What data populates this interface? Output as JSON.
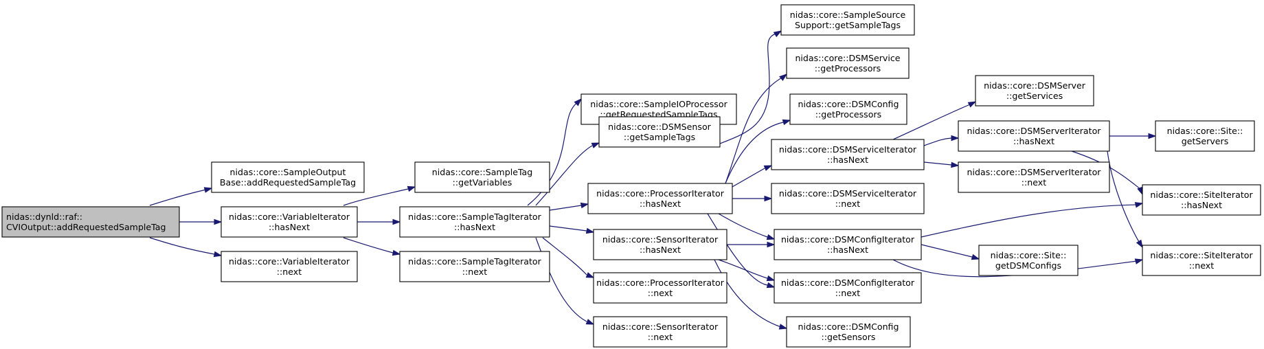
{
  "diagram": {
    "type": "call-graph",
    "edge_color": "#191970",
    "root_fill": "#bfbfbf",
    "nodes": [
      {
        "id": "root",
        "lines": [
          "nidas::dynld::raf::",
          "CVIOutput::addRequestedSampleTag"
        ],
        "root": true
      },
      {
        "id": "sob_addreq",
        "lines": [
          "nidas::core::SampleOutput",
          "Base::addRequestedSampleTag"
        ]
      },
      {
        "id": "vi_hasnext",
        "lines": [
          "nidas::core::VariableIterator",
          "::hasNext"
        ]
      },
      {
        "id": "vi_next",
        "lines": [
          "nidas::core::VariableIterator",
          "::next"
        ]
      },
      {
        "id": "st_getvars",
        "lines": [
          "nidas::core::SampleTag",
          "::getVariables"
        ]
      },
      {
        "id": "sti_hasnext",
        "lines": [
          "nidas::core::SampleTagIterator",
          "::hasNext"
        ]
      },
      {
        "id": "sti_next",
        "lines": [
          "nidas::core::SampleTagIterator",
          "::next"
        ]
      },
      {
        "id": "siop_getreq",
        "lines": [
          "nidas::core::SampleIOProcessor",
          "::getRequestedSampleTags"
        ]
      },
      {
        "id": "dsmsensor_gst",
        "lines": [
          "nidas::core::DSMSensor",
          "::getSampleTags"
        ]
      },
      {
        "id": "pi_hasnext",
        "lines": [
          "nidas::core::ProcessorIterator",
          "::hasNext"
        ]
      },
      {
        "id": "si_hasnext",
        "lines": [
          "nidas::core::SensorIterator",
          "::hasNext"
        ]
      },
      {
        "id": "pi_next",
        "lines": [
          "nidas::core::ProcessorIterator",
          "::next"
        ]
      },
      {
        "id": "si_next",
        "lines": [
          "nidas::core::SensorIterator",
          "::next"
        ]
      },
      {
        "id": "sss_gst",
        "lines": [
          "nidas::core::SampleSource",
          "Support::getSampleTags"
        ]
      },
      {
        "id": "dsmservice_gp",
        "lines": [
          "nidas::core::DSMService",
          "::getProcessors"
        ]
      },
      {
        "id": "dsmconfig_gp",
        "lines": [
          "nidas::core::DSMConfig",
          "::getProcessors"
        ]
      },
      {
        "id": "dsi_hasnext",
        "lines": [
          "nidas::core::DSMServiceIterator",
          "::hasNext"
        ]
      },
      {
        "id": "dsi_next",
        "lines": [
          "nidas::core::DSMServiceIterator",
          "::next"
        ]
      },
      {
        "id": "dci_hasnext",
        "lines": [
          "nidas::core::DSMConfigIterator",
          "::hasNext"
        ]
      },
      {
        "id": "dci_next",
        "lines": [
          "nidas::core::DSMConfigIterator",
          "::next"
        ]
      },
      {
        "id": "dsmconfig_gs",
        "lines": [
          "nidas::core::DSMConfig",
          "::getSensors"
        ]
      },
      {
        "id": "dsmserver_gs",
        "lines": [
          "nidas::core::DSMServer",
          "::getServices"
        ]
      },
      {
        "id": "dsvi_hasnext",
        "lines": [
          "nidas::core::DSMServerIterator",
          "::hasNext"
        ]
      },
      {
        "id": "dsvi_next",
        "lines": [
          "nidas::core::DSMServerIterator",
          "::next"
        ]
      },
      {
        "id": "site_gdc",
        "lines": [
          "nidas::core::Site::",
          "getDSMConfigs"
        ]
      },
      {
        "id": "site_gs",
        "lines": [
          "nidas::core::Site::",
          "getServers"
        ]
      },
      {
        "id": "siter_hasnext",
        "lines": [
          "nidas::core::SiteIterator",
          "::hasNext"
        ]
      },
      {
        "id": "siter_next",
        "lines": [
          "nidas::core::SiteIterator",
          "::next"
        ]
      }
    ]
  }
}
